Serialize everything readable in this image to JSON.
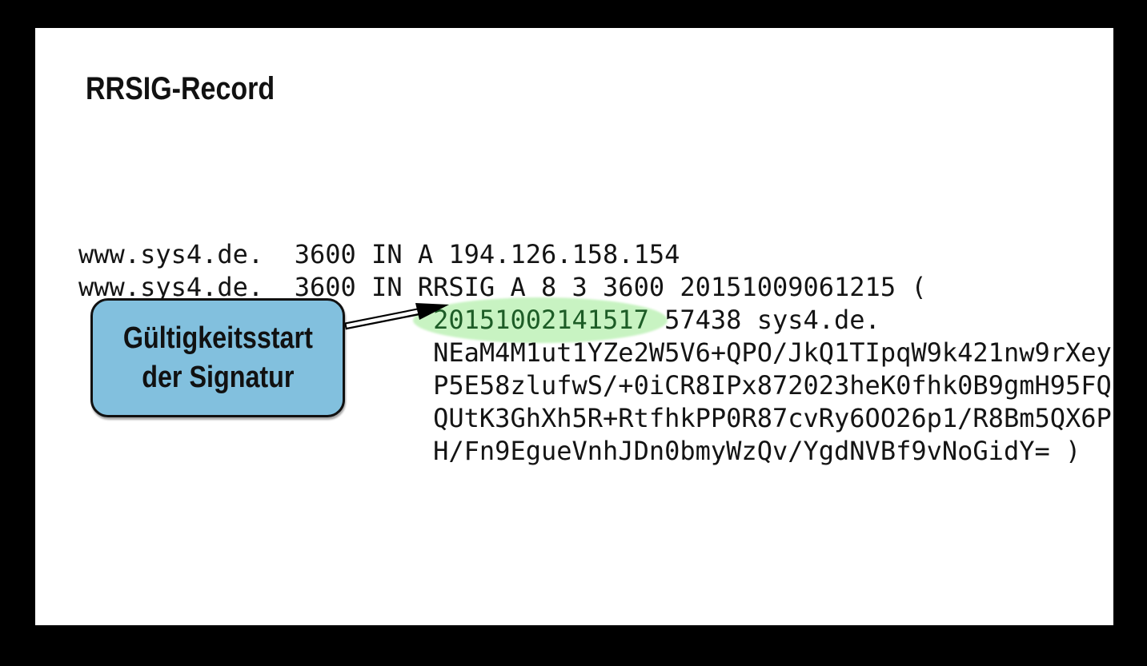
{
  "slide": {
    "title": "RRSIG-Record"
  },
  "record": {
    "line_a": "www.sys4.de.  3600 IN A 194.126.158.154",
    "line_rrsig_open": "www.sys4.de.  3600 IN RRSIG A 8 3 3600 20151009061215 (",
    "inception_highlight": "20151002141517",
    "inception_rest": " 57438 sys4.de.",
    "sig_line1": "NEaM4M1ut1YZe2W5V6+QPO/JkQ1TIpqW9k421nw9rXey",
    "sig_line2": "P5E58zlufwS/+0iCR8IPx872023heK0fhk0B9gmH95FQ",
    "sig_line3": "QUtK3GhXh5R+RtfhkPP0R87cvRy6OO26p1/R8Bm5QX6P",
    "sig_line4": "H/Fn9EgueVnhJDn0bmyWzQv/YgdNVBf9vNoGidY= )"
  },
  "callout": {
    "line1": "Gültigkeitsstart",
    "line2": "der Signatur"
  },
  "colors": {
    "frame_bg": "#000000",
    "slide_bg": "#ffffff",
    "highlight_fill": "#c8f3c2",
    "highlight_text": "#1d5c26",
    "callout_fill": "#82c0de"
  }
}
